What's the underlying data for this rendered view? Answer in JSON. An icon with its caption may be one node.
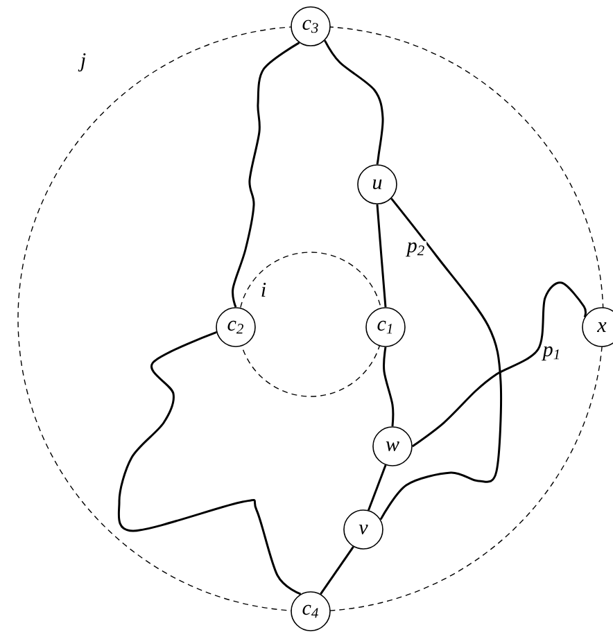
{
  "diagram": {
    "nodes": [
      {
        "text": [
          "j"
        ]
      },
      {
        "text": [
          "c$_{3}$"
        ]
      },
      {
        "text": [
          "u"
        ],
        "in": 0
      },
      {
        "text": [
          "i"
        ],
        "in": 0
      },
      {
        "text": [
          "c$_{2}$"
        ],
        "in": 0
      },
      {
        "text": [
          "c$_{1}$"
        ],
        "in": 0
      },
      {
        "text": [
          "x"
        ]
      },
      {
        "text": [
          "w"
        ],
        "in": 0
      },
      {
        "text": [
          "v"
        ],
        "in": 0
      },
      {
        "text": [
          "c$_{4}$"
        ]
      }
    ],
    "edges": [
      {
        "from": 1,
        "to": 4,
        "arrow": "none"
      },
      {
        "from": 1,
        "to": 2,
        "arrow": "none"
      },
      {
        "from": 2,
        "to": 5,
        "arrow": "none"
      },
      {
        "from": 5,
        "to": 7,
        "arrow": "none"
      },
      {
        "from": 7,
        "to": 8,
        "arrow": "none"
      },
      {
        "from": 8,
        "to": 9,
        "arrow": "none"
      },
      {
        "from": 4,
        "to": 9,
        "arrow": "none"
      },
      {
        "from": 2,
        "to": 8,
        "arrow": "none",
        "label": "p$_{2}$"
      },
      {
        "from": 7,
        "to": 6,
        "arrow": "none",
        "label": "p$_{1}$"
      }
    ]
  }
}
